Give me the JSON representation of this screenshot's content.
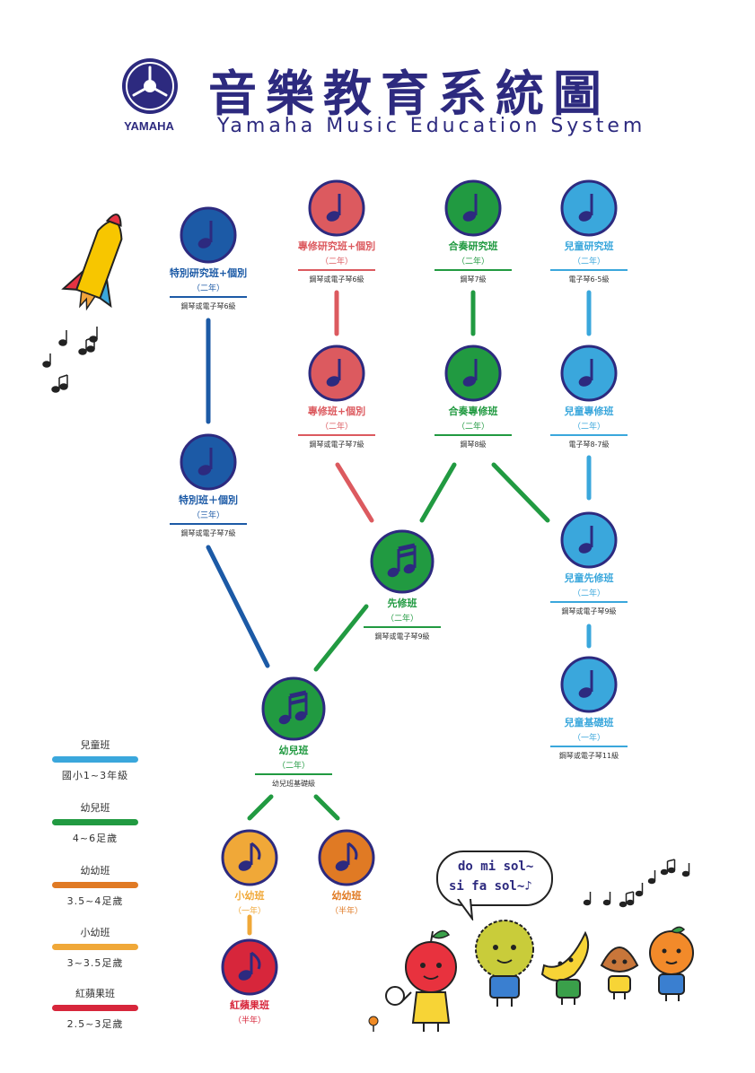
{
  "header": {
    "title_cn": "音樂教育系統圖",
    "title_en": "Yamaha Music Education System",
    "brand": "YAMAHA"
  },
  "colors": {
    "navy": "#2d2a7f",
    "blue": "#1c5aa6",
    "red": "#dc5a5f",
    "green": "#219a41",
    "lightblue": "#3aa7dc",
    "orange": "#e07a24",
    "yellow": "#f0a838",
    "crimson": "#d7263b"
  },
  "nodes": [
    {
      "id": "tebie_yanjiu",
      "name": "特別研究班+個別",
      "years": "（二年）",
      "req": "鋼琴或電子琴6級",
      "color": "blue",
      "icon": "quarter-note-icon"
    },
    {
      "id": "zhuanxiu_yanjiu",
      "name": "專修研究班+個別",
      "years": "（二年）",
      "req": "鋼琴或電子琴6級",
      "color": "red",
      "icon": "quarter-note-icon"
    },
    {
      "id": "hezou_yanjiu",
      "name": "合奏研究班",
      "years": "（二年）",
      "req": "鋼琴7級",
      "color": "green",
      "icon": "quarter-note-icon"
    },
    {
      "id": "ertong_yanjiu",
      "name": "兒童研究班",
      "years": "（二年）",
      "req": "電子琴6-5級",
      "color": "lightblue",
      "icon": "quarter-note-icon"
    },
    {
      "id": "zhuanxiu",
      "name": "專修班+個別",
      "years": "（二年）",
      "req": "鋼琴或電子琴7級",
      "color": "red",
      "icon": "quarter-note-icon"
    },
    {
      "id": "hezou_zhuanxiu",
      "name": "合奏專修班",
      "years": "（二年）",
      "req": "鋼琴8級",
      "color": "green",
      "icon": "quarter-note-icon"
    },
    {
      "id": "ertong_zhuanxiu",
      "name": "兒童專修班",
      "years": "（二年）",
      "req": "電子琴8-7級",
      "color": "lightblue",
      "icon": "quarter-note-icon"
    },
    {
      "id": "tebie",
      "name": "特別班＋個別",
      "years": "（三年）",
      "req": "鋼琴或電子琴7級",
      "color": "blue",
      "icon": "quarter-note-icon"
    },
    {
      "id": "xianxiu",
      "name": "先修班",
      "years": "（二年）",
      "req": "鋼琴或電子琴9級",
      "color": "green",
      "icon": "eighth-notes-icon"
    },
    {
      "id": "ertong_xianxiu",
      "name": "兒童先修班",
      "years": "（二年）",
      "req": "鋼琴或電子琴9級",
      "color": "lightblue",
      "icon": "quarter-note-icon"
    },
    {
      "id": "ertong_jichu",
      "name": "兒童基礎班",
      "years": "（一年）",
      "req": "鋼琴或電子琴11級",
      "color": "lightblue",
      "icon": "quarter-note-icon"
    },
    {
      "id": "youer",
      "name": "幼兒班",
      "years": "（二年）",
      "req": "幼兒班基礎級",
      "color": "green",
      "icon": "eighth-notes-icon"
    },
    {
      "id": "xiaoyou",
      "name": "小幼班",
      "years": "（一年）",
      "req": "",
      "color": "yellow",
      "icon": "eighth-note-icon"
    },
    {
      "id": "youyou",
      "name": "幼幼班",
      "years": "（半年）",
      "req": "",
      "color": "orange",
      "icon": "eighth-note-icon"
    },
    {
      "id": "hongpingguo",
      "name": "紅蘋果班",
      "years": "（半年）",
      "req": "",
      "color": "crimson",
      "icon": "eighth-note-icon"
    }
  ],
  "legend": [
    {
      "name": "兒童班",
      "age": "國小1~3年級",
      "color": "lightblue"
    },
    {
      "name": "幼兒班",
      "age": "4~6足歲",
      "color": "green"
    },
    {
      "name": "幼幼班",
      "age": "3.5~4足歲",
      "color": "orange"
    },
    {
      "name": "小幼班",
      "age": "3~3.5足歲",
      "color": "yellow"
    },
    {
      "name": "紅蘋果班",
      "age": "2.5~3足歲",
      "color": "crimson"
    }
  ],
  "speech_bubble": {
    "line1": "do mi sol~",
    "line2": "si fa sol~♪"
  }
}
